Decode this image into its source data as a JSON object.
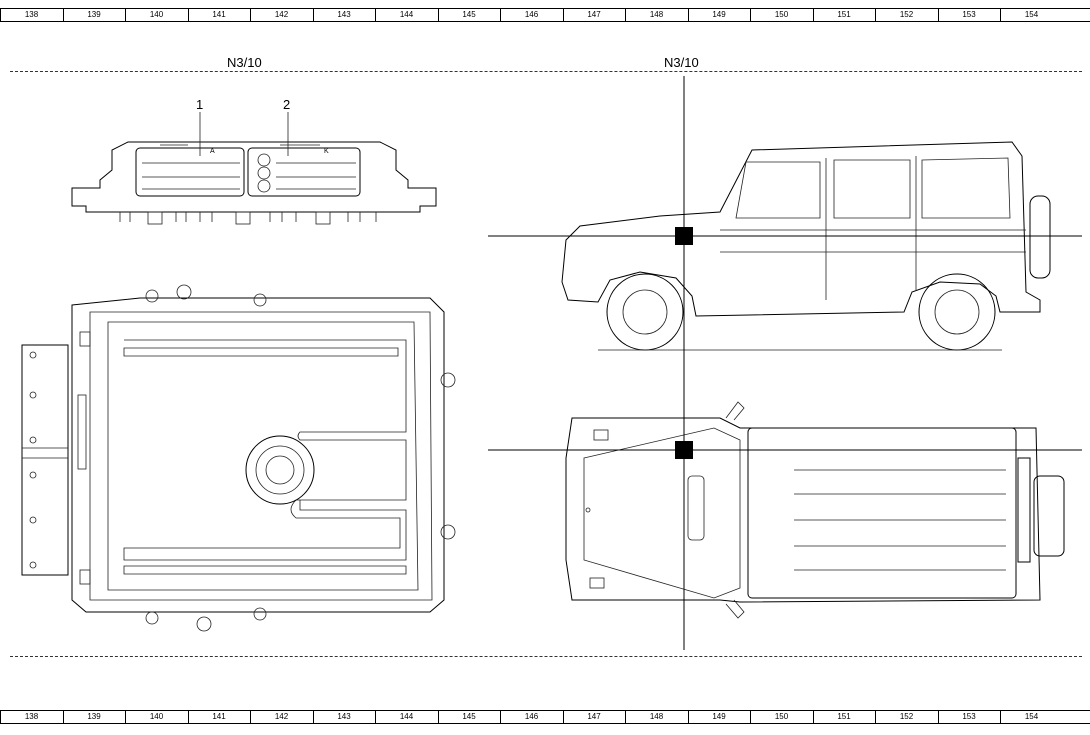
{
  "ruler": [
    "138",
    "139",
    "140",
    "141",
    "142",
    "143",
    "144",
    "145",
    "146",
    "147",
    "148",
    "149",
    "150",
    "151",
    "152",
    "153",
    "154"
  ],
  "labels": {
    "component_left": "N3/10",
    "component_right": "N3/10",
    "connector_1": "1",
    "connector_2": "2",
    "connector_a": "A",
    "connector_k": "K"
  }
}
